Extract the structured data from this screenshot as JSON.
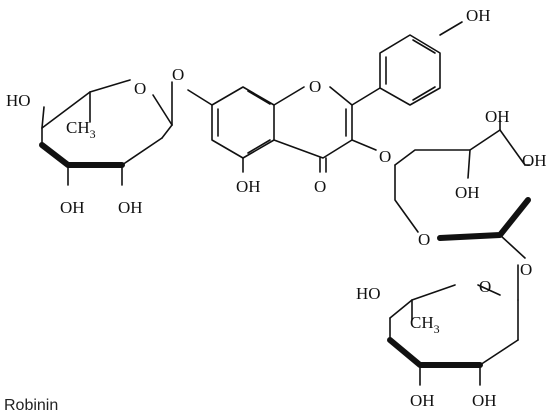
{
  "compound_name": "Robinin",
  "atom_labels": {
    "oh": "OH",
    "ho": "HO",
    "o": "O",
    "ch3": "CH",
    "sub3": "3"
  }
}
